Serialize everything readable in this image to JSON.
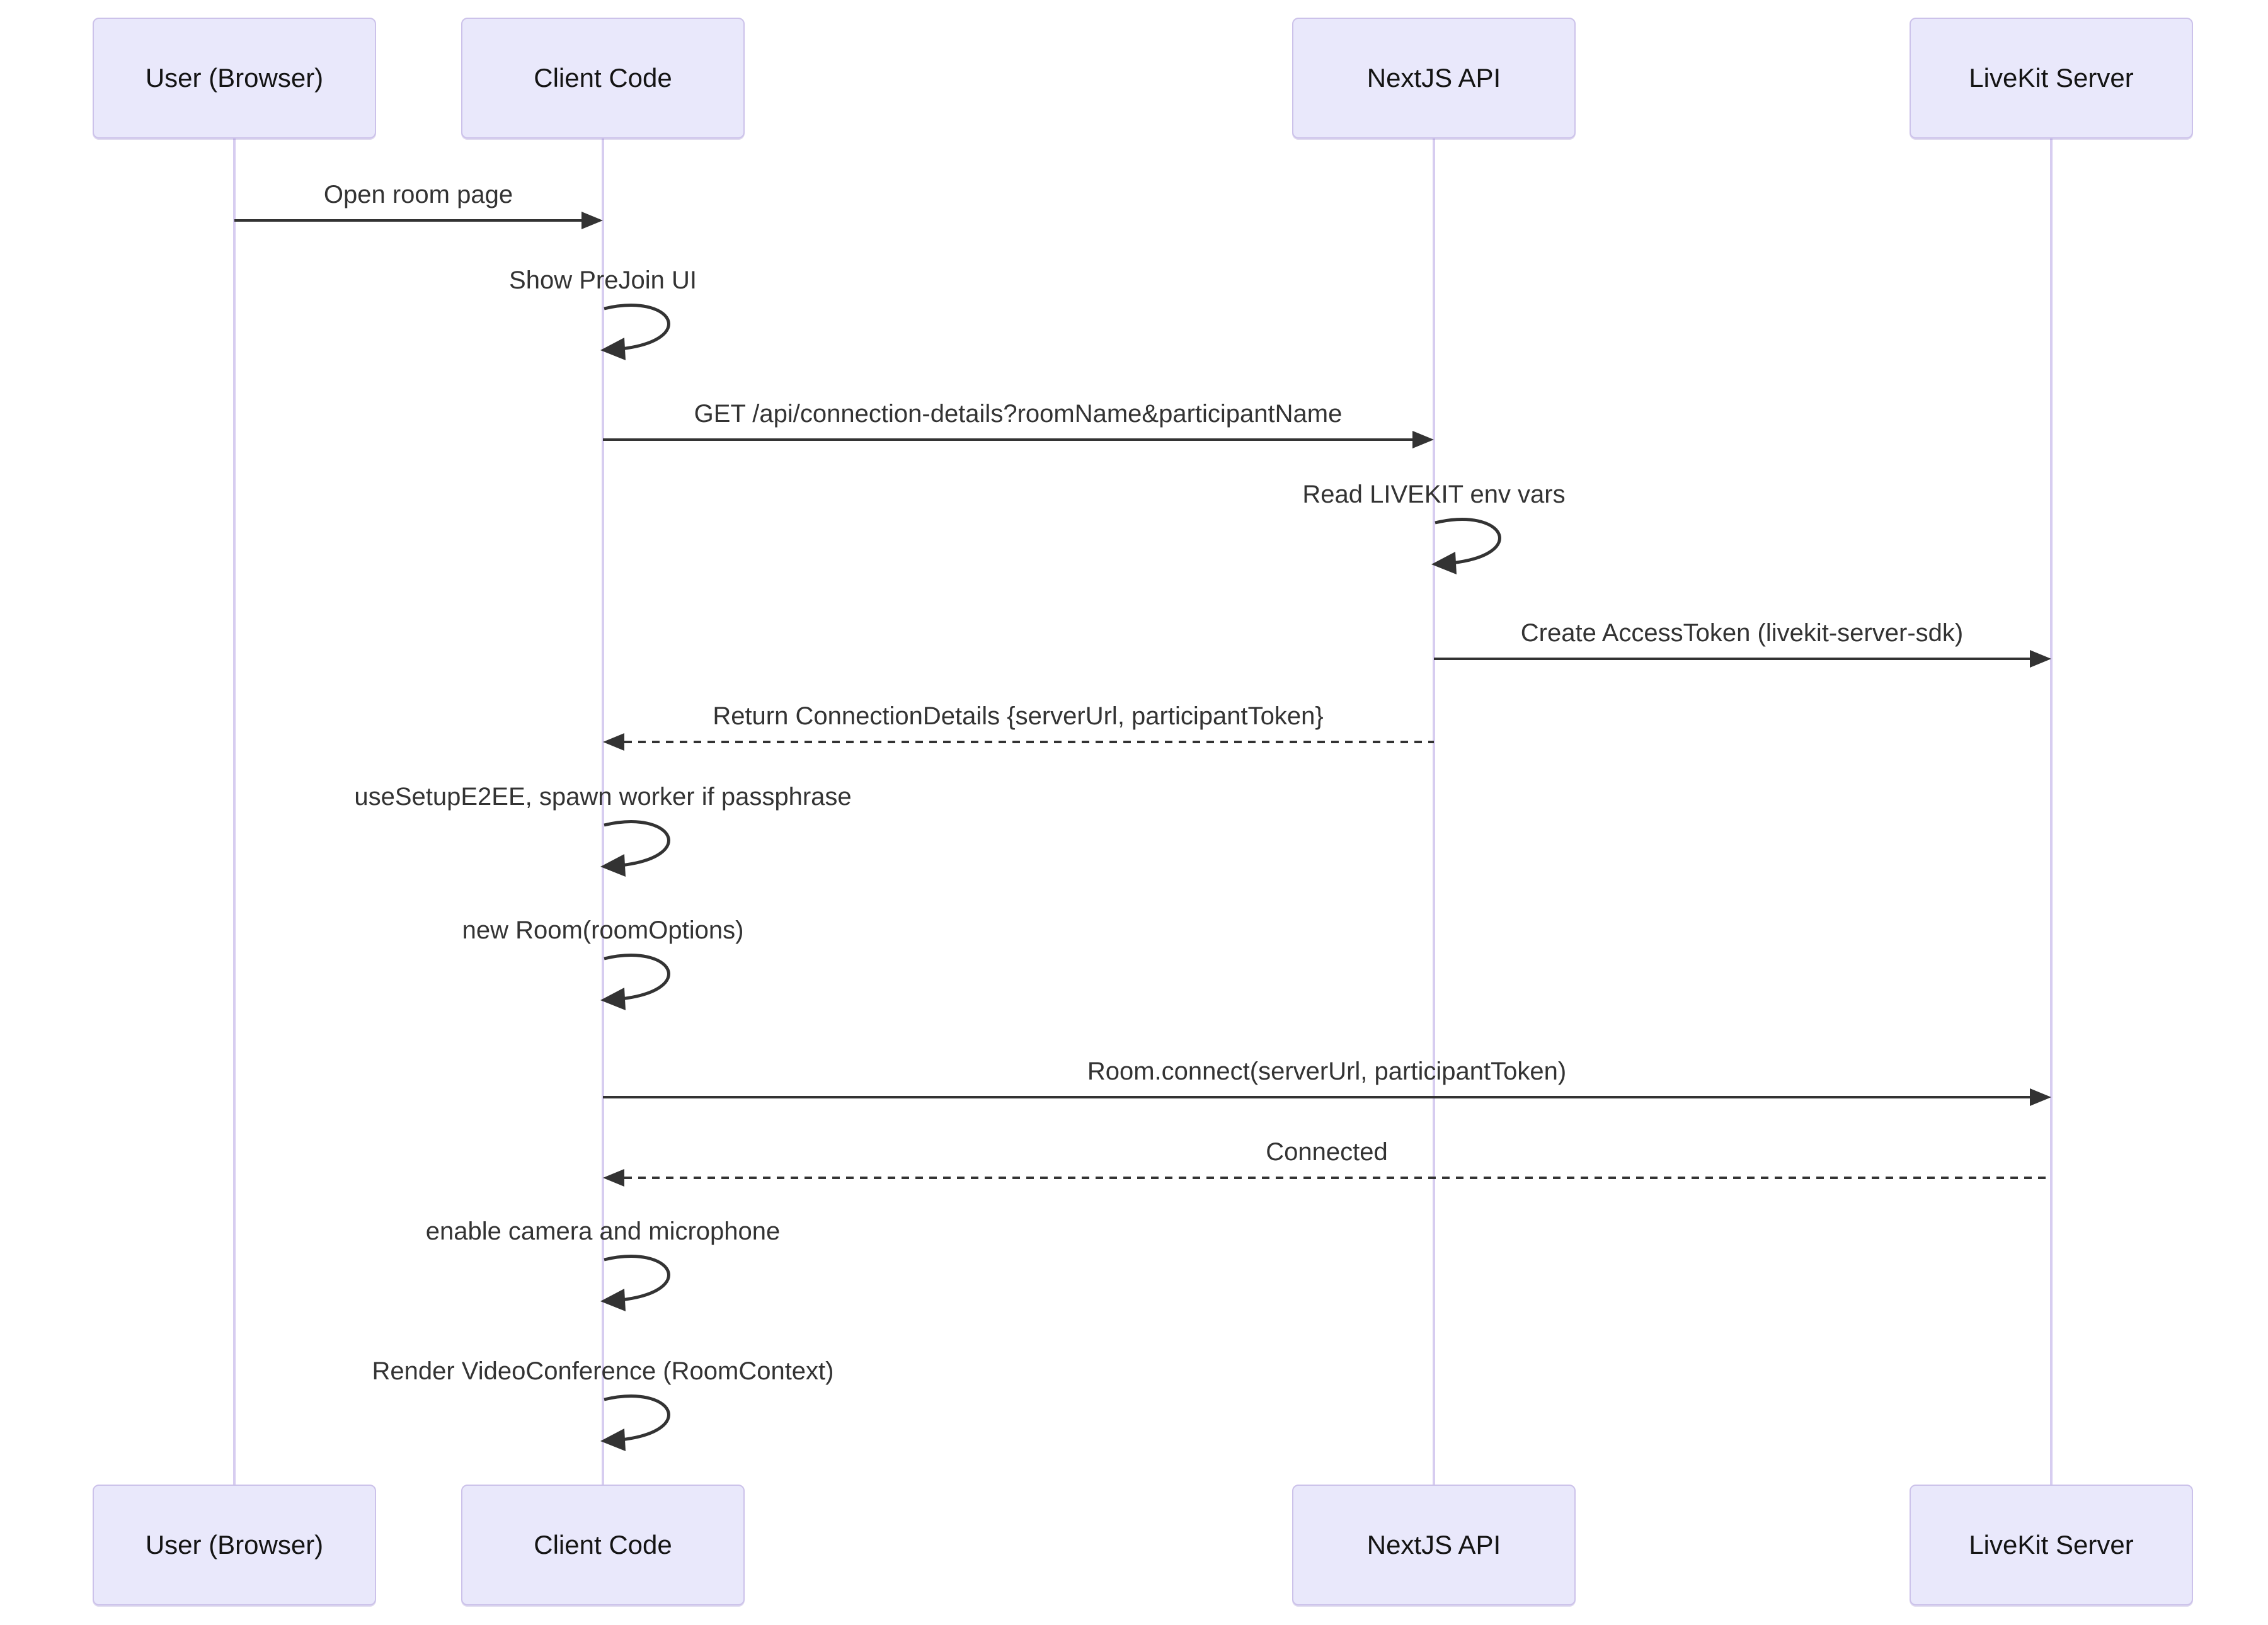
{
  "diagram": {
    "type": "sequence",
    "actors": [
      {
        "id": "user",
        "label": "User (Browser)"
      },
      {
        "id": "client",
        "label": "Client Code"
      },
      {
        "id": "nextjs",
        "label": "NextJS API"
      },
      {
        "id": "livekit",
        "label": "LiveKit Server"
      }
    ],
    "messages": [
      {
        "seq": 1,
        "type": "solid",
        "from": "user",
        "to": "client",
        "label": "Open room page"
      },
      {
        "seq": 2,
        "type": "self",
        "on": "client",
        "label": "Show PreJoin UI"
      },
      {
        "seq": 3,
        "type": "solid",
        "from": "client",
        "to": "nextjs",
        "label": "GET /api/connection-details?roomName&participantName"
      },
      {
        "seq": 4,
        "type": "self",
        "on": "nextjs",
        "label": "Read LIVEKIT env vars"
      },
      {
        "seq": 5,
        "type": "solid",
        "from": "nextjs",
        "to": "livekit",
        "label": "Create AccessToken (livekit-server-sdk)"
      },
      {
        "seq": 6,
        "type": "dashed",
        "from": "nextjs",
        "to": "client",
        "label": "Return ConnectionDetails {serverUrl, participantToken}"
      },
      {
        "seq": 7,
        "type": "self",
        "on": "client",
        "label": "useSetupE2EE, spawn worker if passphrase"
      },
      {
        "seq": 8,
        "type": "self",
        "on": "client",
        "label": "new Room(roomOptions)"
      },
      {
        "seq": 9,
        "type": "solid",
        "from": "client",
        "to": "livekit",
        "label": "Room.connect(serverUrl, participantToken)"
      },
      {
        "seq": 10,
        "type": "dashed",
        "from": "livekit",
        "to": "client",
        "label": "Connected"
      },
      {
        "seq": 11,
        "type": "self",
        "on": "client",
        "label": "enable camera and microphone"
      },
      {
        "seq": 12,
        "type": "self",
        "on": "client",
        "label": "Render VideoConference (RoomContext)"
      }
    ],
    "colors": {
      "background": "#FFFFFF",
      "actor_fill": "#E9E8FB",
      "actor_border": "#CCC2EA",
      "lifeline": "#D7CDF0",
      "text": "#333333",
      "arrow": "#333333"
    }
  }
}
